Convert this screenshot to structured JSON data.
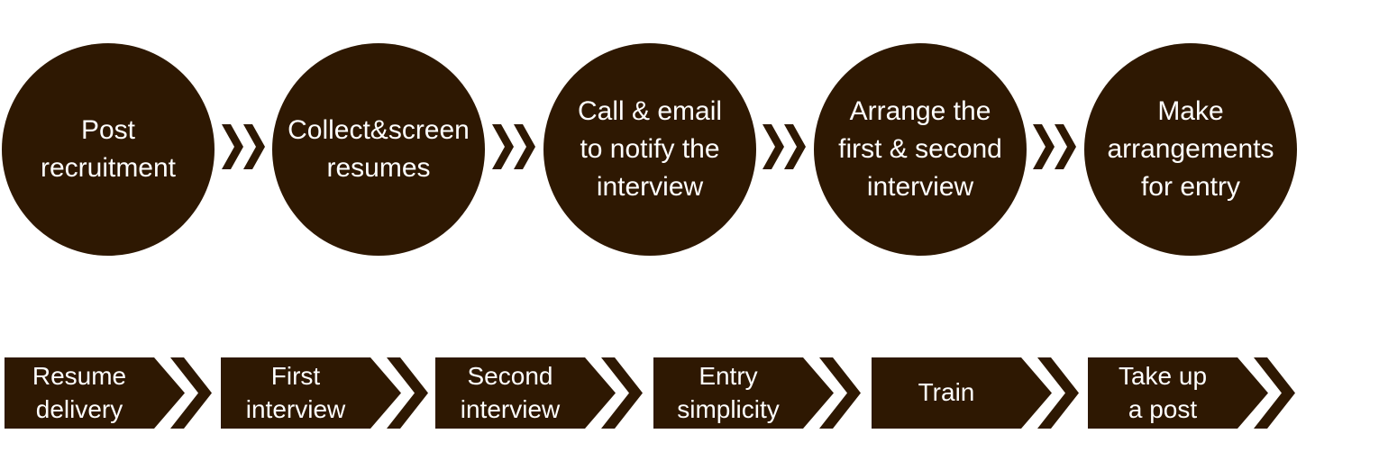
{
  "colors": {
    "shape_fill": "#2e1802",
    "label_text": "#ffffff",
    "background": "#ffffff"
  },
  "top_row": {
    "connector_icon": "double-chevron-right",
    "steps": [
      {
        "label": [
          "Post",
          "recruitment"
        ]
      },
      {
        "label": [
          "Collect&screen",
          "resumes"
        ]
      },
      {
        "label": [
          "Call & email",
          "to notify the",
          "interview"
        ]
      },
      {
        "label": [
          "Arrange the",
          "first & second",
          "interview"
        ]
      },
      {
        "label": [
          "Make",
          "arrangements",
          "for entry"
        ]
      }
    ]
  },
  "bottom_row": {
    "connector_icon": "chevron-right",
    "steps": [
      {
        "label": [
          "Resume",
          "delivery"
        ]
      },
      {
        "label": [
          "First",
          "interview"
        ]
      },
      {
        "label": [
          "Second",
          "interview"
        ]
      },
      {
        "label": [
          "Entry",
          "simplicity"
        ]
      },
      {
        "label": [
          "Train"
        ]
      },
      {
        "label": [
          "Take up",
          "a post"
        ]
      }
    ]
  }
}
